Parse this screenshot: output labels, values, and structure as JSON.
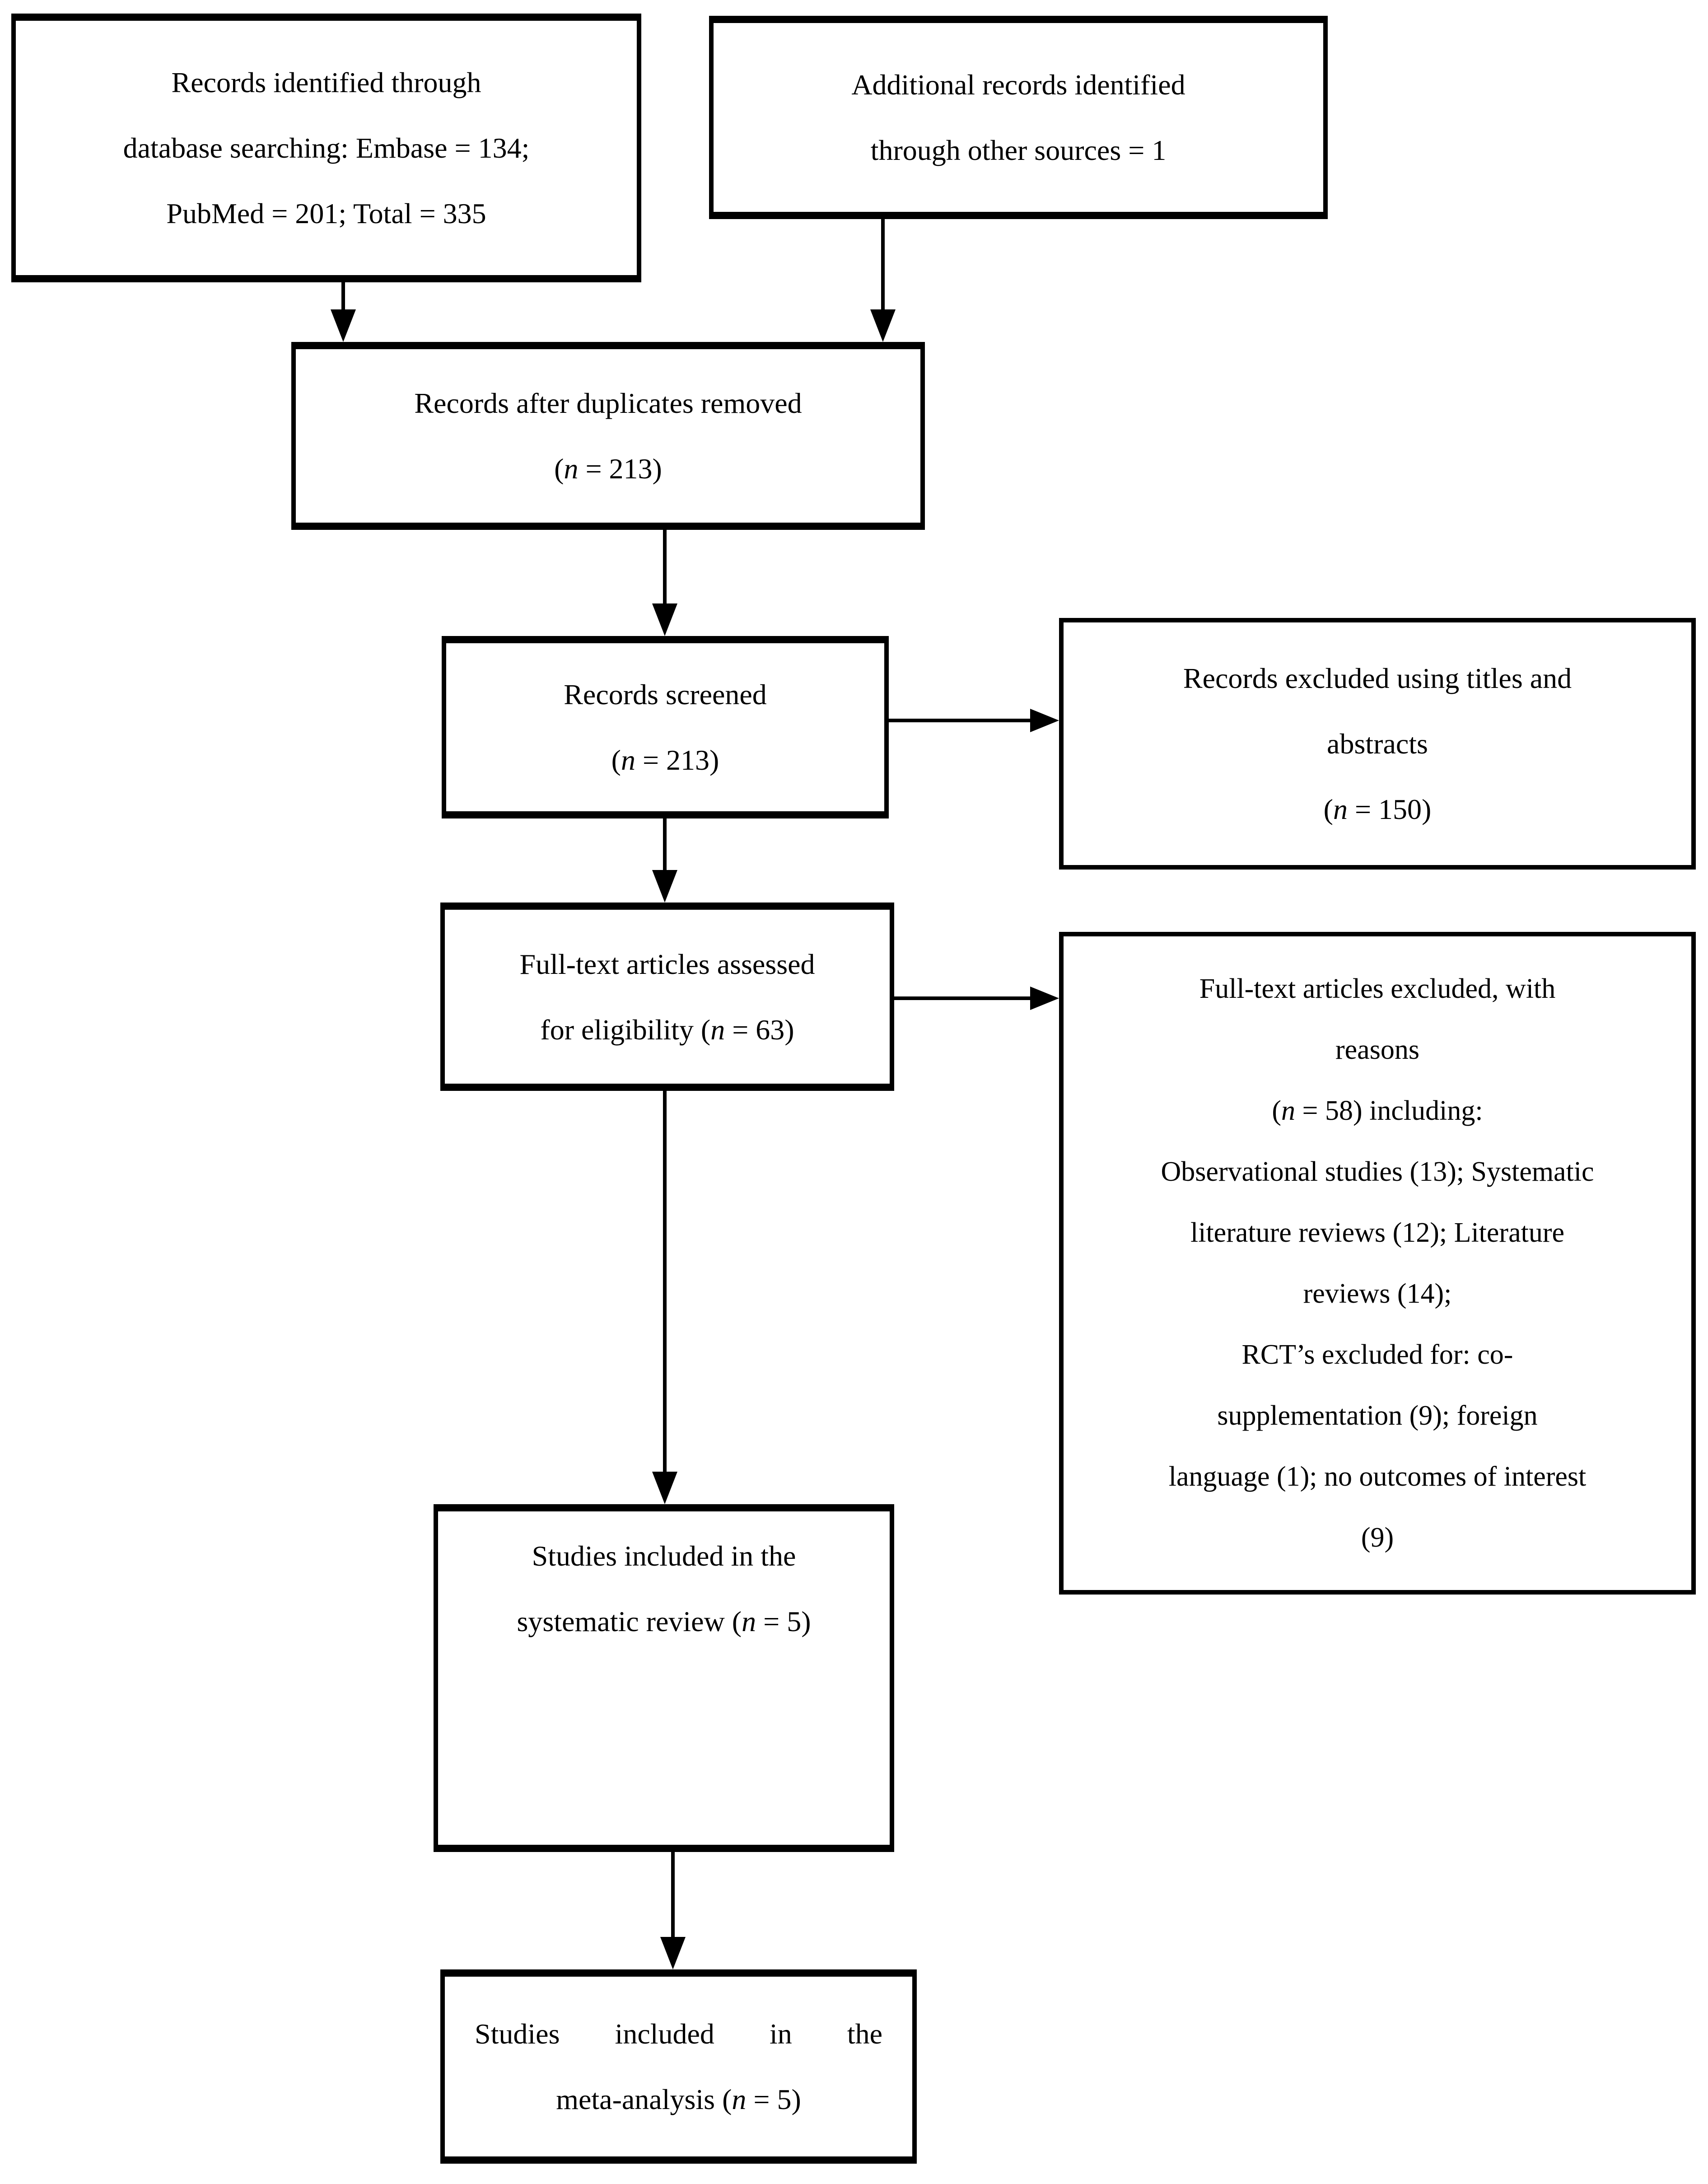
{
  "diagram_type": "prisma-flow-diagram",
  "colors": {
    "background": "#ffffff",
    "border": "#000000",
    "text": "#000000"
  },
  "boxes": [
    {
      "name": "records-identified-database",
      "lines": [
        "Records identified through",
        "database searching: Embase = 134;",
        "PubMed = 201; Total = 335"
      ]
    },
    {
      "name": "additional-records-other-sources",
      "lines": [
        "Additional records identified",
        "through other sources = 1"
      ]
    },
    {
      "name": "records-after-duplicates-removed",
      "lines": [
        "Records after duplicates removed",
        "(n = 213)"
      ]
    },
    {
      "name": "records-screened",
      "lines": [
        "Records screened",
        "(n = 213)"
      ]
    },
    {
      "name": "records-excluded-titles-abstracts",
      "lines": [
        "Records excluded using titles and",
        "abstracts",
        "(n = 150)"
      ]
    },
    {
      "name": "fulltext-articles-assessed",
      "lines": [
        "Full-text articles assessed",
        "for eligibility (n = 63)"
      ]
    },
    {
      "name": "fulltext-articles-excluded",
      "lines": [
        "Full-text articles excluded, with",
        "reasons",
        "(n = 58) including:",
        "Observational studies (13); Systematic",
        "literature reviews (12); Literature",
        "reviews (14);",
        "RCT’s excluded for: co-",
        "supplementation (9); foreign",
        "language (1); no outcomes of interest",
        "(9)"
      ]
    },
    {
      "name": "studies-included-systematic-review",
      "lines": [
        "Studies included in the",
        "systematic review (n = 5)"
      ]
    },
    {
      "name": "studies-included-meta-analysis",
      "lines": [
        "Studies included in the",
        "meta-analysis (n = 5)"
      ]
    }
  ]
}
